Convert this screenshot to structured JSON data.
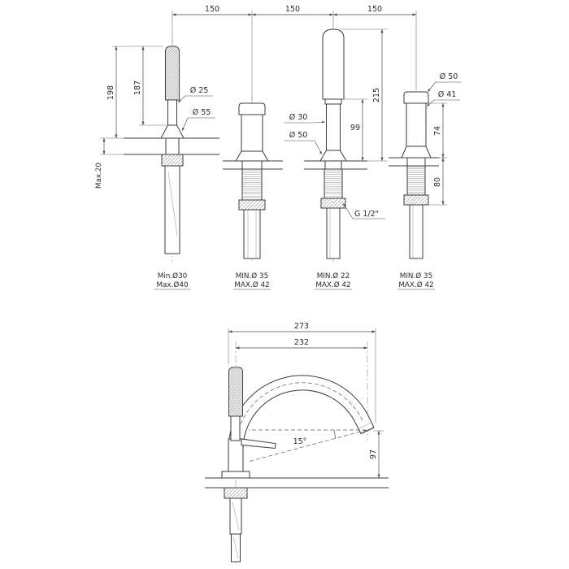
{
  "drawing": {
    "colors": {
      "line": "#3c3c3c",
      "dim": "#4a4a4a",
      "text": "#2b2b2b",
      "background": "#ffffff"
    },
    "front": {
      "spacing": {
        "s1": "150",
        "s2": "150",
        "s3": "150"
      },
      "shower": {
        "h_total": "198",
        "h_upper": "187",
        "deck_max": "Max.20",
        "d_handle": "Ø 25",
        "d_base": "Ø 55",
        "hole_min": "Min.Ø30",
        "hole_max": "Max.Ø40"
      },
      "handle_left": {
        "hole_min": "MIN.Ø 35",
        "hole_max": "MAX.Ø 42"
      },
      "spout": {
        "d_neck": "Ø 30",
        "d_base": "Ø 50",
        "h_total": "215",
        "h_neck": "99",
        "thread": "G 1/2\"",
        "hole_min": "MIN.Ø 22",
        "hole_max": "MAX.Ø 42"
      },
      "handle_right": {
        "d_cap": "Ø 50",
        "d_body": "Ø 41",
        "h_above": "74",
        "h_below": "80",
        "hole_min": "MIN.Ø 35",
        "hole_max": "MAX.Ø 42"
      }
    },
    "side": {
      "reach_max": "273",
      "reach": "232",
      "angle": "15°",
      "outlet_h": "97"
    }
  }
}
